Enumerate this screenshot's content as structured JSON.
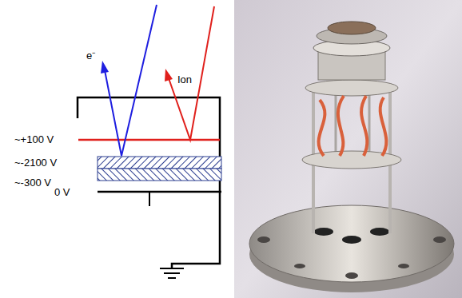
{
  "diagram": {
    "labels": [
      "e⁻",
      "Ion",
      "~+100 V",
      "~-2100 V",
      "~-300 V",
      "0 V"
    ]
  }
}
